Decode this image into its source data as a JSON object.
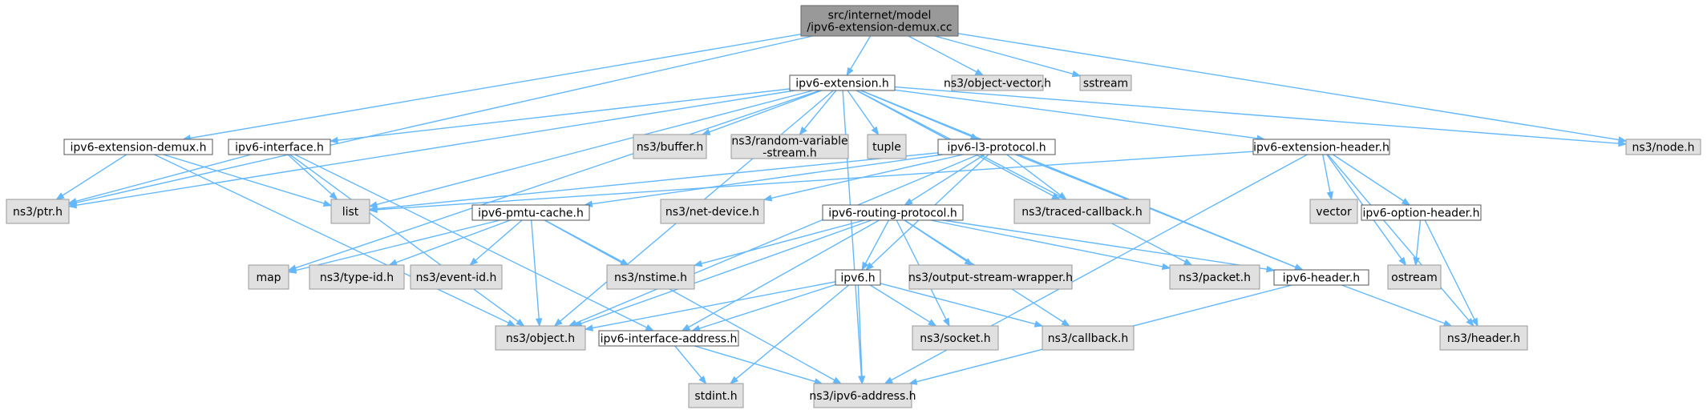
{
  "diagram": {
    "nodes": [
      {
        "id": "main",
        "kind": "main",
        "lines": [
          "src/internet/model",
          "/ipv6-extension-demux.cc"
        ]
      },
      {
        "id": "ext_h",
        "kind": "local",
        "lines": [
          "ipv6-extension.h"
        ]
      },
      {
        "id": "objvec",
        "kind": "system",
        "lines": [
          "ns3/object-vector.h"
        ]
      },
      {
        "id": "sstream",
        "kind": "system",
        "lines": [
          "sstream"
        ]
      },
      {
        "id": "demux_h",
        "kind": "local",
        "lines": [
          "ipv6-extension-demux.h"
        ]
      },
      {
        "id": "iface_h",
        "kind": "local",
        "lines": [
          "ipv6-interface.h"
        ]
      },
      {
        "id": "buffer",
        "kind": "system",
        "lines": [
          "ns3/buffer.h"
        ]
      },
      {
        "id": "randvar",
        "kind": "system",
        "lines": [
          "ns3/random-variable",
          "-stream.h"
        ]
      },
      {
        "id": "tuple",
        "kind": "system",
        "lines": [
          "tuple"
        ]
      },
      {
        "id": "l3_h",
        "kind": "local",
        "lines": [
          "ipv6-l3-protocol.h"
        ]
      },
      {
        "id": "exthdr_h",
        "kind": "local",
        "lines": [
          "ipv6-extension-header.h"
        ]
      },
      {
        "id": "node",
        "kind": "system",
        "lines": [
          "ns3/node.h"
        ]
      },
      {
        "id": "ptr",
        "kind": "system",
        "lines": [
          "ns3/ptr.h"
        ]
      },
      {
        "id": "list",
        "kind": "system",
        "lines": [
          "list"
        ]
      },
      {
        "id": "pmtu_h",
        "kind": "local",
        "lines": [
          "ipv6-pmtu-cache.h"
        ]
      },
      {
        "id": "netdev",
        "kind": "system",
        "lines": [
          "ns3/net-device.h"
        ]
      },
      {
        "id": "routing_h",
        "kind": "local",
        "lines": [
          "ipv6-routing-protocol.h"
        ]
      },
      {
        "id": "traced",
        "kind": "system",
        "lines": [
          "ns3/traced-callback.h"
        ]
      },
      {
        "id": "vector",
        "kind": "system",
        "lines": [
          "vector"
        ]
      },
      {
        "id": "opthdr_h",
        "kind": "local",
        "lines": [
          "ipv6-option-header.h"
        ]
      },
      {
        "id": "map",
        "kind": "system",
        "lines": [
          "map"
        ]
      },
      {
        "id": "typeid",
        "kind": "system",
        "lines": [
          "ns3/type-id.h"
        ]
      },
      {
        "id": "eventid",
        "kind": "system",
        "lines": [
          "ns3/event-id.h"
        ]
      },
      {
        "id": "nstime",
        "kind": "system",
        "lines": [
          "ns3/nstime.h"
        ]
      },
      {
        "id": "ipv6_h",
        "kind": "local",
        "lines": [
          "ipv6.h"
        ]
      },
      {
        "id": "osw",
        "kind": "system",
        "lines": [
          "ns3/output-stream-wrapper.h"
        ]
      },
      {
        "id": "packet",
        "kind": "system",
        "lines": [
          "ns3/packet.h"
        ]
      },
      {
        "id": "hdr_h",
        "kind": "local",
        "lines": [
          "ipv6-header.h"
        ]
      },
      {
        "id": "ostream",
        "kind": "system",
        "lines": [
          "ostream"
        ]
      },
      {
        "id": "object",
        "kind": "system",
        "lines": [
          "ns3/object.h"
        ]
      },
      {
        "id": "ifaddr_h",
        "kind": "local",
        "lines": [
          "ipv6-interface-address.h"
        ]
      },
      {
        "id": "socket",
        "kind": "system",
        "lines": [
          "ns3/socket.h"
        ]
      },
      {
        "id": "callback",
        "kind": "system",
        "lines": [
          "ns3/callback.h"
        ]
      },
      {
        "id": "header",
        "kind": "system",
        "lines": [
          "ns3/header.h"
        ]
      },
      {
        "id": "stdint",
        "kind": "system",
        "lines": [
          "stdint.h"
        ]
      },
      {
        "id": "addr",
        "kind": "system",
        "lines": [
          "ns3/ipv6-address.h"
        ]
      }
    ],
    "edges": [
      [
        "main",
        "ext_h"
      ],
      [
        "main",
        "objvec"
      ],
      [
        "main",
        "sstream"
      ],
      [
        "main",
        "demux_h"
      ],
      [
        "main",
        "ptr"
      ],
      [
        "main",
        "node"
      ],
      [
        "ext_h",
        "buffer"
      ],
      [
        "ext_h",
        "randvar"
      ],
      [
        "ext_h",
        "tuple"
      ],
      [
        "ext_h",
        "l3_h"
      ],
      [
        "ext_h",
        "exthdr_h"
      ],
      [
        "ext_h",
        "node"
      ],
      [
        "ext_h",
        "ptr"
      ],
      [
        "ext_h",
        "list"
      ],
      [
        "ext_h",
        "iface_h"
      ],
      [
        "ext_h",
        "map"
      ],
      [
        "ext_h",
        "object"
      ],
      [
        "ext_h",
        "traced"
      ],
      [
        "ext_h",
        "packet"
      ],
      [
        "ext_h",
        "hdr_h"
      ],
      [
        "ext_h",
        "addr"
      ],
      [
        "demux_h",
        "ptr"
      ],
      [
        "demux_h",
        "list"
      ],
      [
        "demux_h",
        "object"
      ],
      [
        "iface_h",
        "ptr"
      ],
      [
        "iface_h",
        "list"
      ],
      [
        "iface_h",
        "object"
      ],
      [
        "iface_h",
        "ifaddr_h"
      ],
      [
        "l3_h",
        "list"
      ],
      [
        "l3_h",
        "pmtu_h"
      ],
      [
        "l3_h",
        "netdev"
      ],
      [
        "l3_h",
        "routing_h"
      ],
      [
        "l3_h",
        "traced"
      ],
      [
        "l3_h",
        "ipv6_h"
      ],
      [
        "l3_h",
        "hdr_h"
      ],
      [
        "l3_h",
        "object"
      ],
      [
        "exthdr_h",
        "vector"
      ],
      [
        "exthdr_h",
        "opthdr_h"
      ],
      [
        "exthdr_h",
        "ostream"
      ],
      [
        "exthdr_h",
        "header"
      ],
      [
        "exthdr_h",
        "list"
      ],
      [
        "exthdr_h",
        "addr"
      ],
      [
        "opthdr_h",
        "ostream"
      ],
      [
        "opthdr_h",
        "header"
      ],
      [
        "pmtu_h",
        "map"
      ],
      [
        "pmtu_h",
        "typeid"
      ],
      [
        "pmtu_h",
        "eventid"
      ],
      [
        "pmtu_h",
        "nstime"
      ],
      [
        "pmtu_h",
        "object"
      ],
      [
        "pmtu_h",
        "addr"
      ],
      [
        "routing_h",
        "nstime"
      ],
      [
        "routing_h",
        "osw"
      ],
      [
        "routing_h",
        "packet"
      ],
      [
        "routing_h",
        "hdr_h"
      ],
      [
        "routing_h",
        "ipv6_h"
      ],
      [
        "routing_h",
        "object"
      ],
      [
        "routing_h",
        "ifaddr_h"
      ],
      [
        "routing_h",
        "socket"
      ],
      [
        "routing_h",
        "callback"
      ],
      [
        "ipv6_h",
        "object"
      ],
      [
        "ipv6_h",
        "ifaddr_h"
      ],
      [
        "ipv6_h",
        "socket"
      ],
      [
        "ipv6_h",
        "callback"
      ],
      [
        "ipv6_h",
        "stdint"
      ],
      [
        "ipv6_h",
        "addr"
      ],
      [
        "hdr_h",
        "header"
      ],
      [
        "hdr_h",
        "addr"
      ],
      [
        "ifaddr_h",
        "stdint"
      ],
      [
        "ifaddr_h",
        "addr"
      ]
    ]
  }
}
